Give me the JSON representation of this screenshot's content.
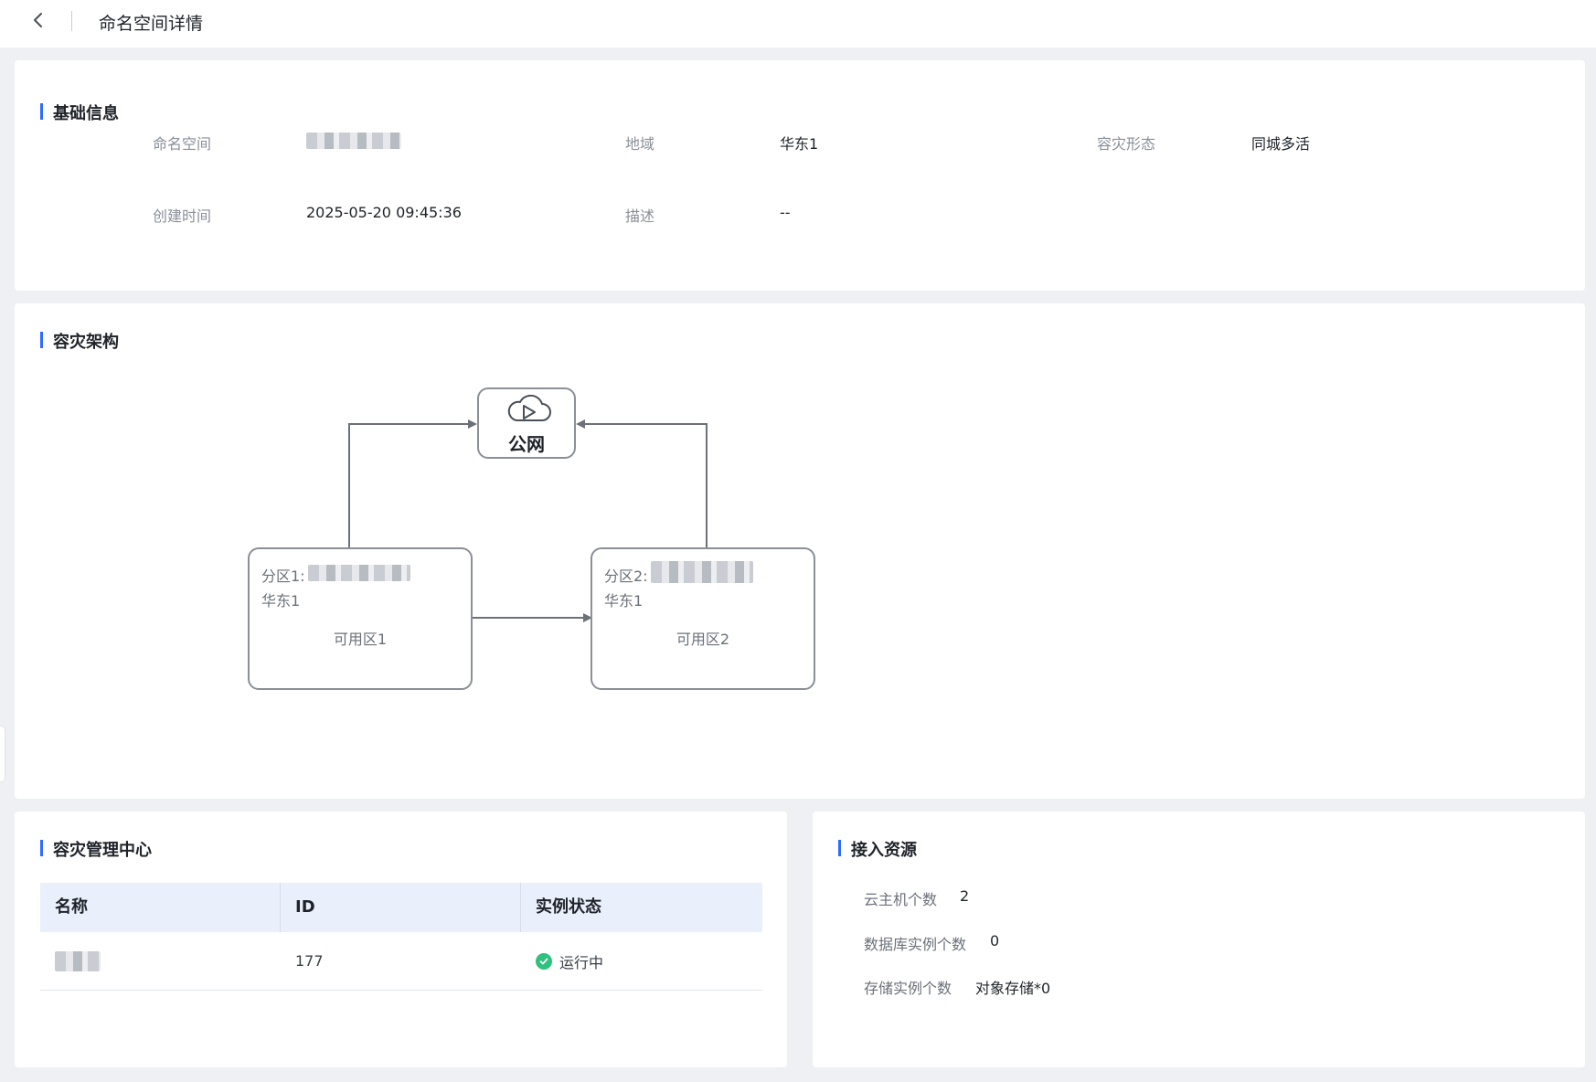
{
  "header": {
    "back_label": "back",
    "title": "命名空间详情"
  },
  "basic_info": {
    "title": "基础信息",
    "fields": {
      "namespace_label": "命名空间",
      "region_label": "地域",
      "region_value": "华东1",
      "dr_mode_label": "容灾形态",
      "dr_mode_value": "同城多活",
      "created_label": "创建时间",
      "created_value": "2025-05-20 09:45:36",
      "desc_label": "描述",
      "desc_value": "--"
    }
  },
  "architecture": {
    "title": "容灾架构",
    "public_net_label": "公网",
    "zone1": {
      "label": "分区1:",
      "region": "华东1",
      "az": "可用区1"
    },
    "zone2": {
      "label": "分区2:",
      "region": "华东1",
      "az": "可用区2"
    }
  },
  "dr_center": {
    "title": "容灾管理中心",
    "columns": [
      "名称",
      "ID",
      "实例状态"
    ],
    "rows": [
      {
        "id": "177",
        "status": "运行中"
      }
    ],
    "status_color": "#2ec27e"
  },
  "resources": {
    "title": "接入资源",
    "items": [
      {
        "label": "云主机个数",
        "value": "2"
      },
      {
        "label": "数据库实例个数",
        "value": "0"
      },
      {
        "label": "存储实例个数",
        "value": "对象存储*0"
      }
    ]
  },
  "colors": {
    "accent": "#2f6bff",
    "table_header_bg": "#eaeffc",
    "diagram_stroke": "#8b8f96"
  },
  "icons": {
    "back": "chevron-left-icon",
    "cloud": "cloud-icon",
    "status": "check-circle-icon"
  }
}
